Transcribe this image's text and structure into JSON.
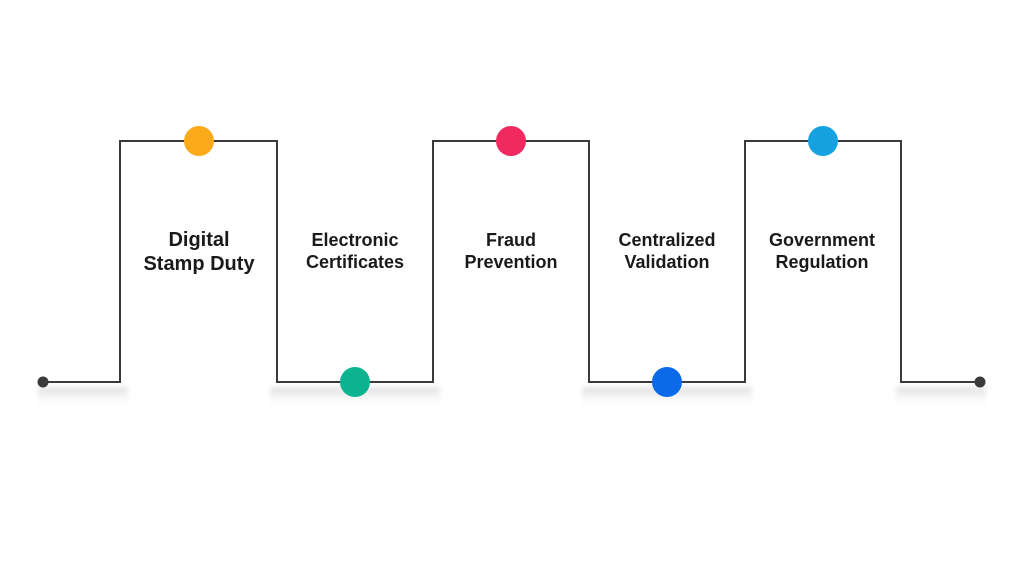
{
  "steps": [
    {
      "line1": "Digital",
      "line2": "Stamp Duty",
      "color": "#FBAA19"
    },
    {
      "line1": "Electronic",
      "line2": "Certificates",
      "color": "#0BB390"
    },
    {
      "line1": "Fraud",
      "line2": "Prevention",
      "color": "#F0295F"
    },
    {
      "line1": "Centralized",
      "line2": "Validation",
      "color": "#0A6AE8"
    },
    {
      "line1": "Government",
      "line2": "Regulation",
      "color": "#14A3E0"
    }
  ],
  "line_color": "#3a3a3a"
}
